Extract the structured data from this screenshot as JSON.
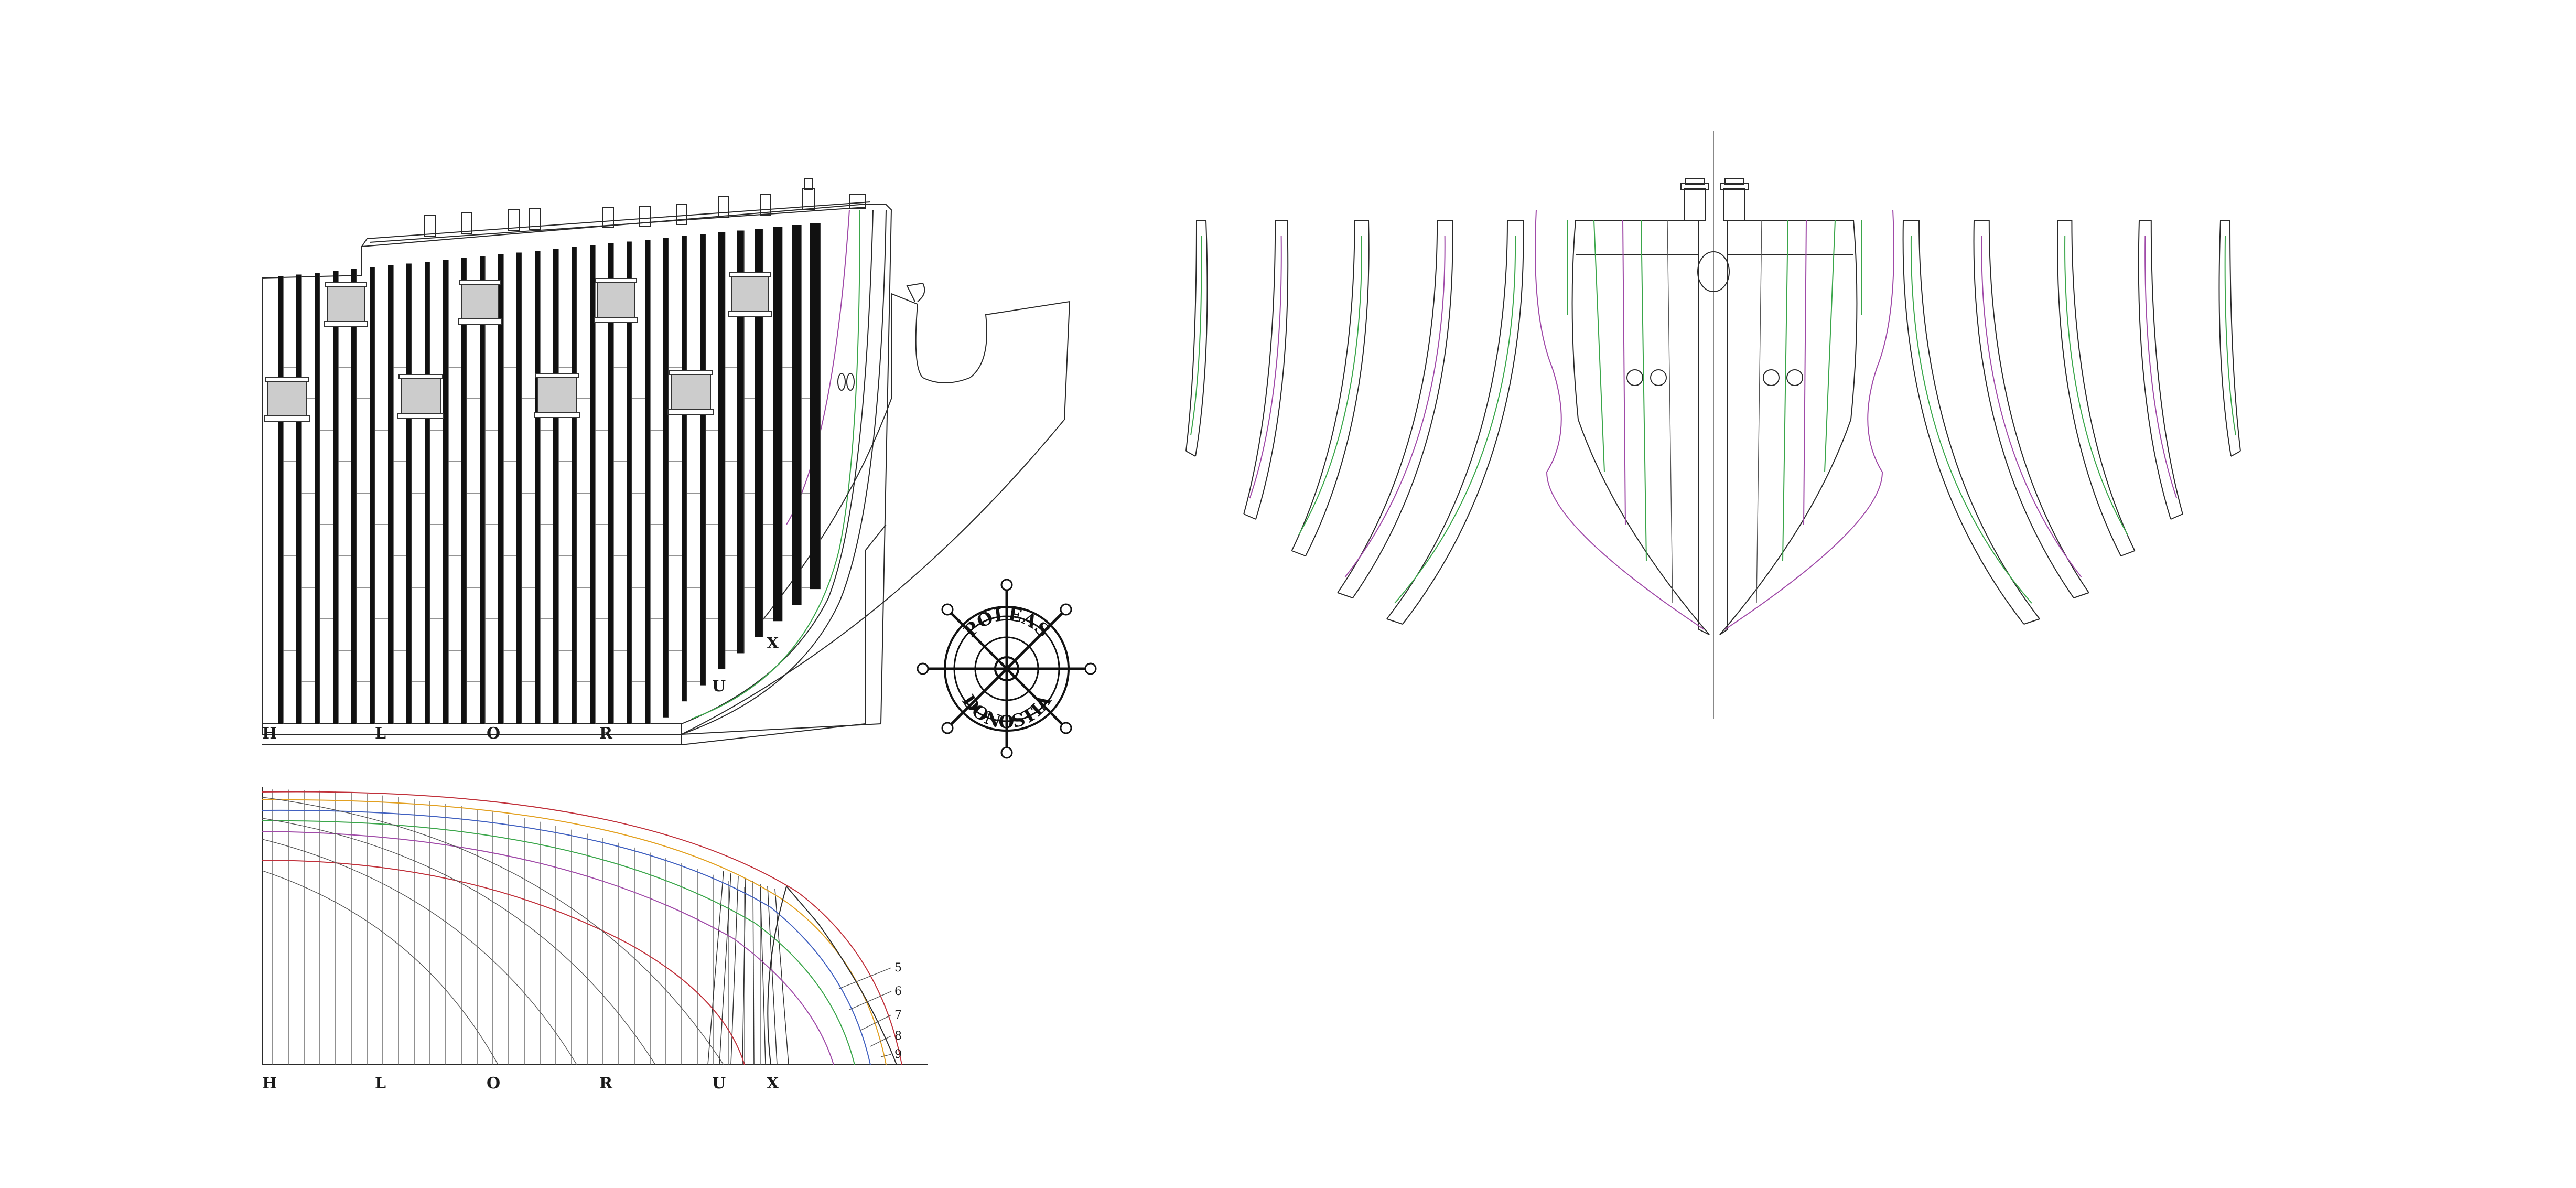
{
  "stations_elevation": [
    {
      "label": "H"
    },
    {
      "label": "L"
    },
    {
      "label": "O"
    },
    {
      "label": "R"
    }
  ],
  "stations_elevation_extra": [
    {
      "label": "U"
    },
    {
      "label": "X"
    }
  ],
  "stations_plan": [
    {
      "label": "H"
    },
    {
      "label": "L"
    },
    {
      "label": "O"
    },
    {
      "label": "R"
    },
    {
      "label": "U"
    },
    {
      "label": "X"
    }
  ],
  "waterline_numbers": [
    "5",
    "6",
    "7",
    "8",
    "9"
  ],
  "logo": {
    "top_text": "POLEAS",
    "bottom_text": "DONOSTIA",
    "icon": "ships-wheel-icon"
  },
  "colors": {
    "ink": "#2a2a2a",
    "green": "#3aa64a",
    "violet": "#a04aa8",
    "red": "#c0303a",
    "orange": "#e2a020",
    "blue": "#4060c0"
  }
}
